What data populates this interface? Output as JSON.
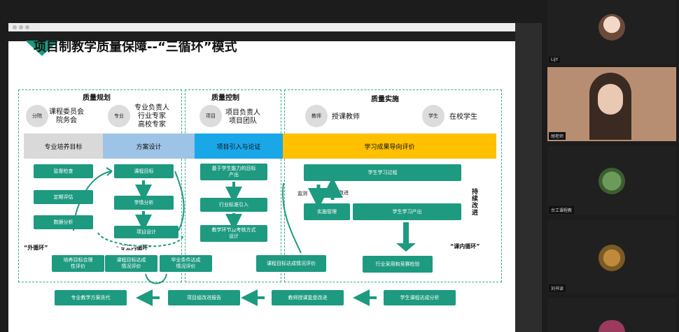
{
  "slide": {
    "title": "项目制教学质量保障--“三循环”模式",
    "planning": {
      "heading": "质量规划",
      "circle1": "分院",
      "role1": "课程委员会\n院务会",
      "circle2": "专业",
      "role2": "专业负责人\n行业专家\n高校专家"
    },
    "control": {
      "heading": "质量控制",
      "circle": "项目",
      "role": "项目负责人\n项目团队"
    },
    "implement": {
      "heading": "质量实施",
      "circle1": "教师",
      "role1": "授课教师",
      "circle2": "学生",
      "role2": "在校学生"
    },
    "bands": [
      "专业培养目标",
      "方案设计",
      "项目引入与论证",
      "学习成果导向评价"
    ],
    "left_boxes": [
      "监督检查",
      "定期评估",
      "数据分析"
    ],
    "design_boxes": [
      "课程目标",
      "学情分析",
      "项目设计"
    ],
    "control_boxes": [
      "基于学生能力的目标\n产出",
      "行业标准引入",
      "教学环节及考核方式\n设计"
    ],
    "impl_boxes": {
      "process": "学生学习过程",
      "monitor": "监测",
      "improve": "改进",
      "practice": "实施管理",
      "output": "学生学习产出",
      "industry": "行业采用和竞赛检验",
      "continuous": "持\n续\n改\n进"
    },
    "loops": {
      "outer": "“外循环”",
      "inner_major": "“专业内循环”",
      "inner_course": "“课内循环”"
    },
    "eval_boxes": [
      "培养目标合理\n性评价",
      "课程目标达成\n情况评价",
      "毕业条件达成\n情况评价",
      "课程目标达成情况评价"
    ],
    "bottom_boxes": [
      "专业教学方案迭代",
      "项目组改进报告",
      "教师授课复盘改进",
      "学生课程达成分析"
    ]
  },
  "participants": [
    {
      "name": "LiJY"
    },
    {
      "name": "胡老师"
    },
    {
      "name": "台工课程教"
    },
    {
      "name": "刘书读"
    }
  ],
  "colors": {
    "green": "#1d9a80",
    "grey_band": "#d9d9d9",
    "blue_band": "#9dc3e6",
    "cyan_band": "#1aa7e8",
    "yellow_band": "#ffc000"
  }
}
